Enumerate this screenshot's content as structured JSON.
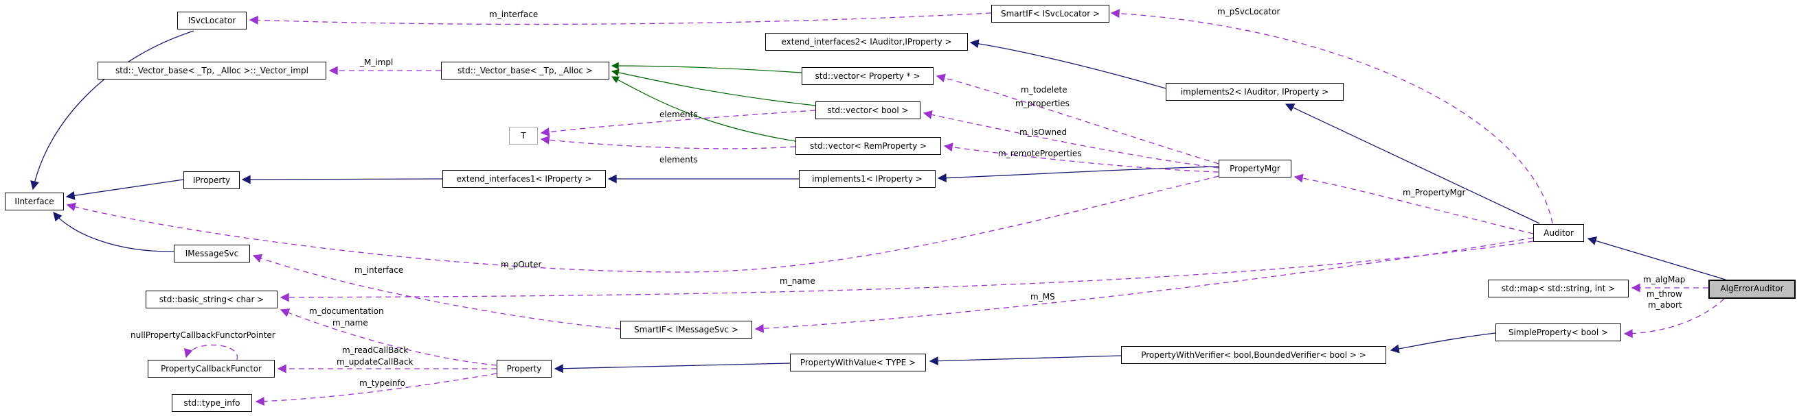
{
  "diagram": {
    "kind": "doxygen-collaboration-graph",
    "highlighted_node": "AlgErrorAuditor"
  },
  "colors": {
    "inheritance_edge": "#191970",
    "protected_inheritance_edge": "#006400",
    "usage_edge": "#9a32cd",
    "node_border": "#000000",
    "node_fill": "#ffffff",
    "highlight_node_fill": "#bfbfbf",
    "template_node_border": "#a9a9a9"
  },
  "nodes": [
    {
      "id": "ISvcLocator",
      "label": "ISvcLocator"
    },
    {
      "id": "SmartIF_ISvcLocator",
      "label": "SmartIF< ISvcLocator >"
    },
    {
      "id": "Vector_impl",
      "label": "std::_Vector_base< _Tp, _Alloc >::_Vector_impl"
    },
    {
      "id": "Vector_base",
      "label": "std::_Vector_base< _Tp, _Alloc >"
    },
    {
      "id": "extend_interfaces2",
      "label": "extend_interfaces2< IAuditor,IProperty >"
    },
    {
      "id": "vector_Property",
      "label": "std::vector< Property * >"
    },
    {
      "id": "implements2",
      "label": "implements2< IAuditor, IProperty >"
    },
    {
      "id": "vector_bool",
      "label": "std::vector< bool >"
    },
    {
      "id": "T",
      "label": "T"
    },
    {
      "id": "vector_RemProperty",
      "label": "std::vector< RemProperty >"
    },
    {
      "id": "extend_interfaces1",
      "label": "extend_interfaces1< IProperty >"
    },
    {
      "id": "implements1",
      "label": "implements1< IProperty >"
    },
    {
      "id": "PropertyMgr",
      "label": "PropertyMgr"
    },
    {
      "id": "IInterface",
      "label": "IInterface"
    },
    {
      "id": "IProperty",
      "label": "IProperty"
    },
    {
      "id": "IMessageSvc",
      "label": "IMessageSvc"
    },
    {
      "id": "SmartIF_IMessageSvc",
      "label": "SmartIF< IMessageSvc >"
    },
    {
      "id": "Auditor",
      "label": "Auditor"
    },
    {
      "id": "basic_string",
      "label": "std::basic_string< char >"
    },
    {
      "id": "map_string_int",
      "label": "std::map< std::string, int >"
    },
    {
      "id": "AlgErrorAuditor",
      "label": "AlgErrorAuditor"
    },
    {
      "id": "PropertyCallbackFunctor",
      "label": "PropertyCallbackFunctor"
    },
    {
      "id": "type_info",
      "label": "std::type_info"
    },
    {
      "id": "Property",
      "label": "Property"
    },
    {
      "id": "PropertyWithValue",
      "label": "PropertyWithValue< TYPE >"
    },
    {
      "id": "PropertyWithVerifier",
      "label": "PropertyWithVerifier< bool,BoundedVerifier< bool > >"
    },
    {
      "id": "SimpleProperty_bool",
      "label": "SimpleProperty< bool >"
    }
  ],
  "edge_labels": [
    {
      "text": "m_interface"
    },
    {
      "text": "m_pSvcLocator"
    },
    {
      "text": "_M_impl"
    },
    {
      "text": "m_todelete"
    },
    {
      "text": "m_properties"
    },
    {
      "text": "m_isOwned"
    },
    {
      "text": "m_remoteProperties"
    },
    {
      "text": "elements"
    },
    {
      "text": "elements"
    },
    {
      "text": "m_pOuter"
    },
    {
      "text": "m_PropertyMgr"
    },
    {
      "text": "m_MS"
    },
    {
      "text": "m_name"
    },
    {
      "text": "m_interface"
    },
    {
      "text": "m_documentation"
    },
    {
      "text": "m_name"
    },
    {
      "text": "nullPropertyCallbackFunctorPointer"
    },
    {
      "text": "m_readCallBack"
    },
    {
      "text": "m_updateCallBack"
    },
    {
      "text": "m_typeinfo"
    },
    {
      "text": "m_algMap"
    },
    {
      "text": "m_throw"
    },
    {
      "text": "m_abort"
    }
  ],
  "edges": [
    {
      "from": "ISvcLocator",
      "to": "IInterface",
      "kind": "public-inheritance"
    },
    {
      "from": "IProperty",
      "to": "IInterface",
      "kind": "public-inheritance"
    },
    {
      "from": "IMessageSvc",
      "to": "IInterface",
      "kind": "public-inheritance"
    },
    {
      "from": "extend_interfaces1< IProperty >",
      "to": "IProperty",
      "kind": "public-inheritance"
    },
    {
      "from": "implements1< IProperty >",
      "to": "extend_interfaces1< IProperty >",
      "kind": "public-inheritance"
    },
    {
      "from": "PropertyMgr",
      "to": "implements1< IProperty >",
      "kind": "public-inheritance"
    },
    {
      "from": "implements2< IAuditor, IProperty >",
      "to": "extend_interfaces2< IAuditor,IProperty >",
      "kind": "public-inheritance"
    },
    {
      "from": "Auditor",
      "to": "implements2< IAuditor, IProperty >",
      "kind": "public-inheritance"
    },
    {
      "from": "AlgErrorAuditor",
      "to": "Auditor",
      "kind": "public-inheritance"
    },
    {
      "from": "SimpleProperty< bool >",
      "to": "PropertyWithVerifier< bool,BoundedVerifier< bool > >",
      "kind": "public-inheritance"
    },
    {
      "from": "PropertyWithVerifier< bool,BoundedVerifier< bool > >",
      "to": "PropertyWithValue< TYPE >",
      "kind": "public-inheritance"
    },
    {
      "from": "PropertyWithValue< TYPE >",
      "to": "Property",
      "kind": "public-inheritance"
    },
    {
      "from": "std::vector< Property * >",
      "to": "std::_Vector_base< _Tp, _Alloc >",
      "kind": "protected-inheritance"
    },
    {
      "from": "std::vector< bool >",
      "to": "std::_Vector_base< _Tp, _Alloc >",
      "kind": "protected-inheritance"
    },
    {
      "from": "std::vector< RemProperty >",
      "to": "std::_Vector_base< _Tp, _Alloc >",
      "kind": "protected-inheritance"
    },
    {
      "from": "SmartIF< ISvcLocator >",
      "to": "ISvcLocator",
      "kind": "usage",
      "label": "m_interface"
    },
    {
      "from": "Auditor",
      "to": "SmartIF< ISvcLocator >",
      "kind": "usage",
      "label": "m_pSvcLocator"
    },
    {
      "from": "std::_Vector_base< _Tp, _Alloc >",
      "to": "std::_Vector_base< _Tp, _Alloc >::_Vector_impl",
      "kind": "usage",
      "label": "_M_impl"
    },
    {
      "from": "PropertyMgr",
      "to": "std::vector< Property * >",
      "kind": "usage",
      "label": "m_todelete m_properties"
    },
    {
      "from": "PropertyMgr",
      "to": "std::vector< bool >",
      "kind": "usage",
      "label": "m_isOwned"
    },
    {
      "from": "PropertyMgr",
      "to": "std::vector< RemProperty >",
      "kind": "usage",
      "label": "m_remoteProperties"
    },
    {
      "from": "std::vector< bool >",
      "to": "T",
      "kind": "usage",
      "label": "elements"
    },
    {
      "from": "std::vector< RemProperty >",
      "to": "T",
      "kind": "usage",
      "label": "elements"
    },
    {
      "from": "PropertyMgr",
      "to": "IInterface",
      "kind": "usage",
      "label": "m_pOuter"
    },
    {
      "from": "Auditor",
      "to": "PropertyMgr",
      "kind": "usage",
      "label": "m_PropertyMgr"
    },
    {
      "from": "Auditor",
      "to": "SmartIF< IMessageSvc >",
      "kind": "usage",
      "label": "m_MS"
    },
    {
      "from": "Auditor",
      "to": "std::basic_string< char >",
      "kind": "usage",
      "label": "m_name"
    },
    {
      "from": "SmartIF< IMessageSvc >",
      "to": "IMessageSvc",
      "kind": "usage",
      "label": "m_interface"
    },
    {
      "from": "Property",
      "to": "std::basic_string< char >",
      "kind": "usage",
      "label": "m_documentation m_name"
    },
    {
      "from": "Property",
      "to": "PropertyCallbackFunctor",
      "kind": "usage",
      "label": "m_readCallBack m_updateCallBack"
    },
    {
      "from": "Property",
      "to": "std::type_info",
      "kind": "usage",
      "label": "m_typeinfo"
    },
    {
      "from": "PropertyCallbackFunctor",
      "to": "PropertyCallbackFunctor",
      "kind": "usage",
      "label": "nullPropertyCallbackFunctorPointer"
    },
    {
      "from": "AlgErrorAuditor",
      "to": "std::map< std::string, int >",
      "kind": "usage",
      "label": "m_algMap"
    },
    {
      "from": "AlgErrorAuditor",
      "to": "SimpleProperty< bool >",
      "kind": "usage",
      "label": "m_throw m_abort"
    }
  ]
}
